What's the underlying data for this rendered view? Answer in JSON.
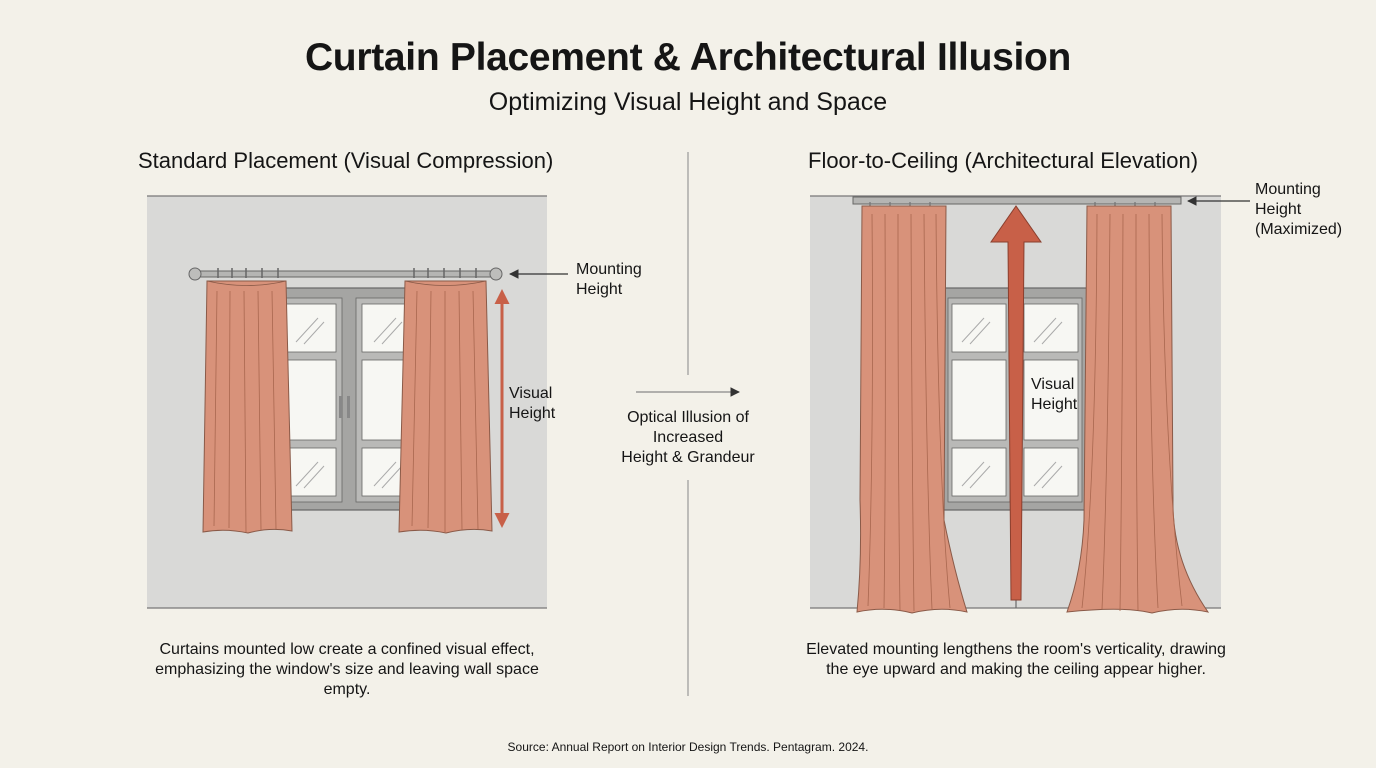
{
  "title": "Curtain Placement & Architectural Illusion",
  "subtitle": "Optimizing Visual Height and Space",
  "left_panel": {
    "heading": "Standard Placement (Visual Compression)",
    "mounting_label": "Mounting\nHeight",
    "visual_label": "Visual\nHeight",
    "caption": "Curtains mounted low create a confined visual effect, emphasizing the window's size and leaving wall space empty."
  },
  "center": {
    "label": "Optical Illusion of\nIncreased\nHeight & Grandeur"
  },
  "right_panel": {
    "heading": "Floor-to-Ceiling (Architectural Elevation)",
    "mounting_label": "Mounting\nHeight\n(Maximized)",
    "visual_label": "Visual\nHeight",
    "caption": "Elevated mounting lengthens the room's verticality, drawing the eye upward and making the ceiling appear higher."
  },
  "source": "Source: Annual Report on Interior Design Trends. Pentagram. 2024.",
  "colors": {
    "background": "#f3f1e9",
    "wall": "#d9d9d7",
    "curtain": "#d8927a",
    "curtain_fold": "#a9674f",
    "arrow": "#c86048",
    "frame": "#a5a5a3",
    "glass": "#f7f7f3"
  }
}
